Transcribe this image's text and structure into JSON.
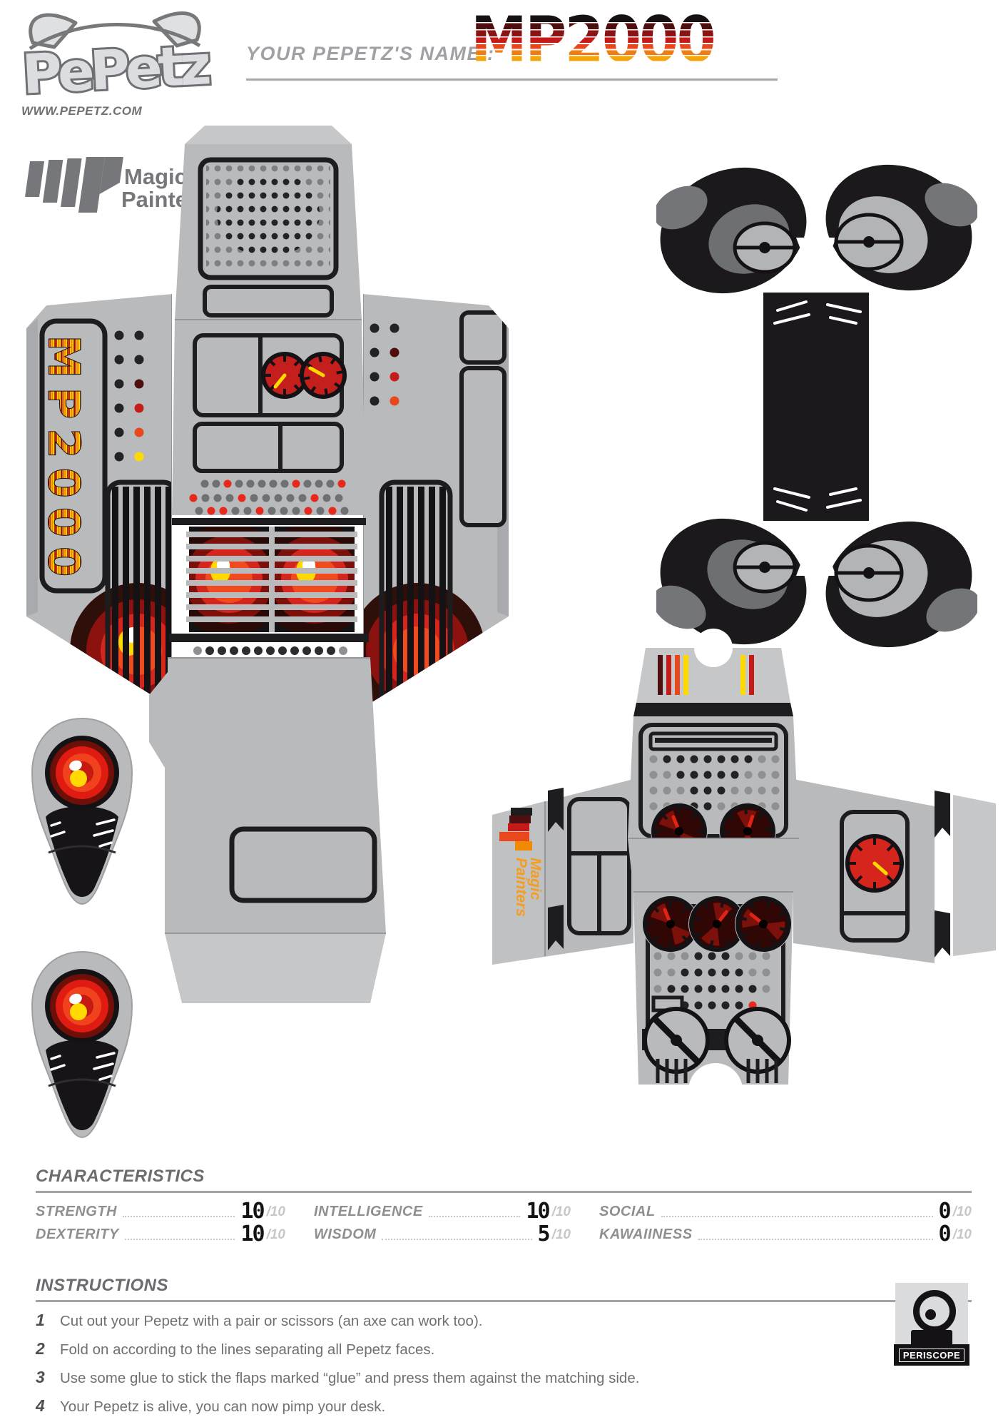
{
  "header": {
    "brand_wordmark": "PePetz",
    "site_url": "WWW.PEPETZ.COM",
    "publisher": {
      "line1": "Magic",
      "line2": "Painters"
    },
    "name_label": "YOUR PEPETZ'S NAME :",
    "pepetz_name": "MP2000"
  },
  "template": {
    "side_panel_text": "MP2000",
    "glue_tab_publisher": {
      "line1": "Magic",
      "line2": "Painters"
    }
  },
  "characteristics": {
    "title": "CHARACTERISTICS",
    "stats": [
      {
        "label": "STRENGTH",
        "value": "10",
        "max": "/10"
      },
      {
        "label": "INTELLIGENCE",
        "value": "10",
        "max": "/10"
      },
      {
        "label": "SOCIAL",
        "value": "0",
        "max": "/10"
      },
      {
        "label": "DEXTERITY",
        "value": "10",
        "max": "/10"
      },
      {
        "label": "WISDOM",
        "value": "5",
        "max": "/10"
      },
      {
        "label": "KAWAIINESS",
        "value": "0",
        "max": "/10"
      }
    ]
  },
  "instructions": {
    "title": "INSTRUCTIONS",
    "steps": [
      {
        "num": "1",
        "text": "Cut out your Pepetz with a pair or scissors (an axe can work too)."
      },
      {
        "num": "2",
        "text": "Fold on according to the lines separating all Pepetz faces."
      },
      {
        "num": "3",
        "text": "Use some glue to stick the flaps marked “glue” and press them against the matching side."
      },
      {
        "num": "4",
        "text": "Your Pepetz is alive,  you can now pimp your desk."
      }
    ]
  },
  "footer": {
    "publisher_badge": "PERISCOPE"
  },
  "colors": {
    "robot_gray": "#b9babc",
    "flap_gray": "#c6c7c9",
    "ink": "#1d1c1e",
    "speaker_red": "#d6251c",
    "glow_orange": "#f04a1e",
    "led_yellow": "#ffd900",
    "logo_orange": "#f59d1e",
    "gauge_red": "#c41f1d",
    "gauge_dark": "#310705"
  }
}
